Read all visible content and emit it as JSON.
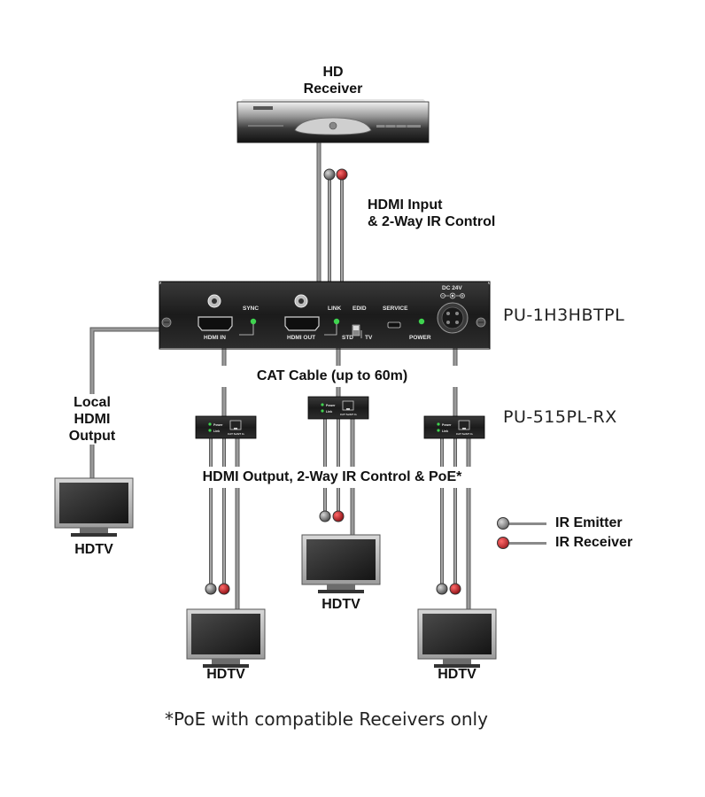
{
  "source": {
    "title_line1": "HD",
    "title_line2": "Receiver"
  },
  "input_label": {
    "line1": "HDMI Input",
    "line2": "& 2-Way IR Control"
  },
  "transmitter": {
    "model": "PU-1H3HBTPL",
    "port_labels": {
      "sync": "SYNC",
      "hdmi_in": "HDMI IN",
      "link": "LINK",
      "hdmi_out": "HDMI OUT",
      "edid": "EDID",
      "std": "STD",
      "tv": "TV",
      "service": "SERVICE",
      "power": "POWER",
      "dc": "DC 24V"
    }
  },
  "cable_label": "CAT Cable (up to 60m)",
  "receiver": {
    "model": "PU-515PL-RX",
    "led_power": "Power",
    "led_link": "Link",
    "port": "CAT 5e/6/7 In"
  },
  "output_label": "HDMI Output, 2-Way IR Control & PoE*",
  "local_output": {
    "line1": "Local",
    "line2": "HDMI",
    "line3": "Output"
  },
  "displays": {
    "local": "HDTV",
    "left": "HDTV",
    "center": "HDTV",
    "right": "HDTV"
  },
  "legend": {
    "emitter": "IR Emitter",
    "receiver": "IR Receiver",
    "emitter_color": "#6b6b6b",
    "receiver_color": "#b3141a"
  },
  "footnote": "*PoE with compatible Receivers only",
  "colors": {
    "device_body": "#1c1c1c",
    "cable": "#8f8f8f",
    "cable_edge": "#5a5a5a",
    "led": "#39c24a"
  }
}
